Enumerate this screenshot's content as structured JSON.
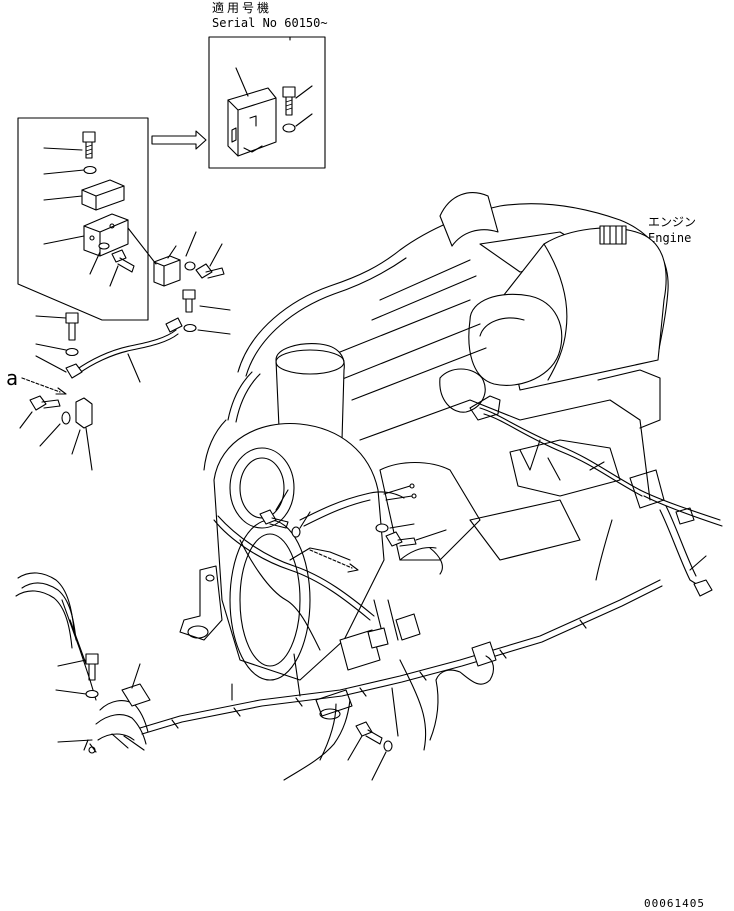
{
  "header": {
    "applicable_machine_jp": "適用号機",
    "serial_label": "Serial No 60150~"
  },
  "engine_label": {
    "jp": "エンジン",
    "en": "Engine"
  },
  "ref_marks": {
    "left": "a",
    "center": "a"
  },
  "footer": {
    "drawing_number": "00061405"
  },
  "colors": {
    "line": "#000000",
    "background": "#ffffff"
  }
}
